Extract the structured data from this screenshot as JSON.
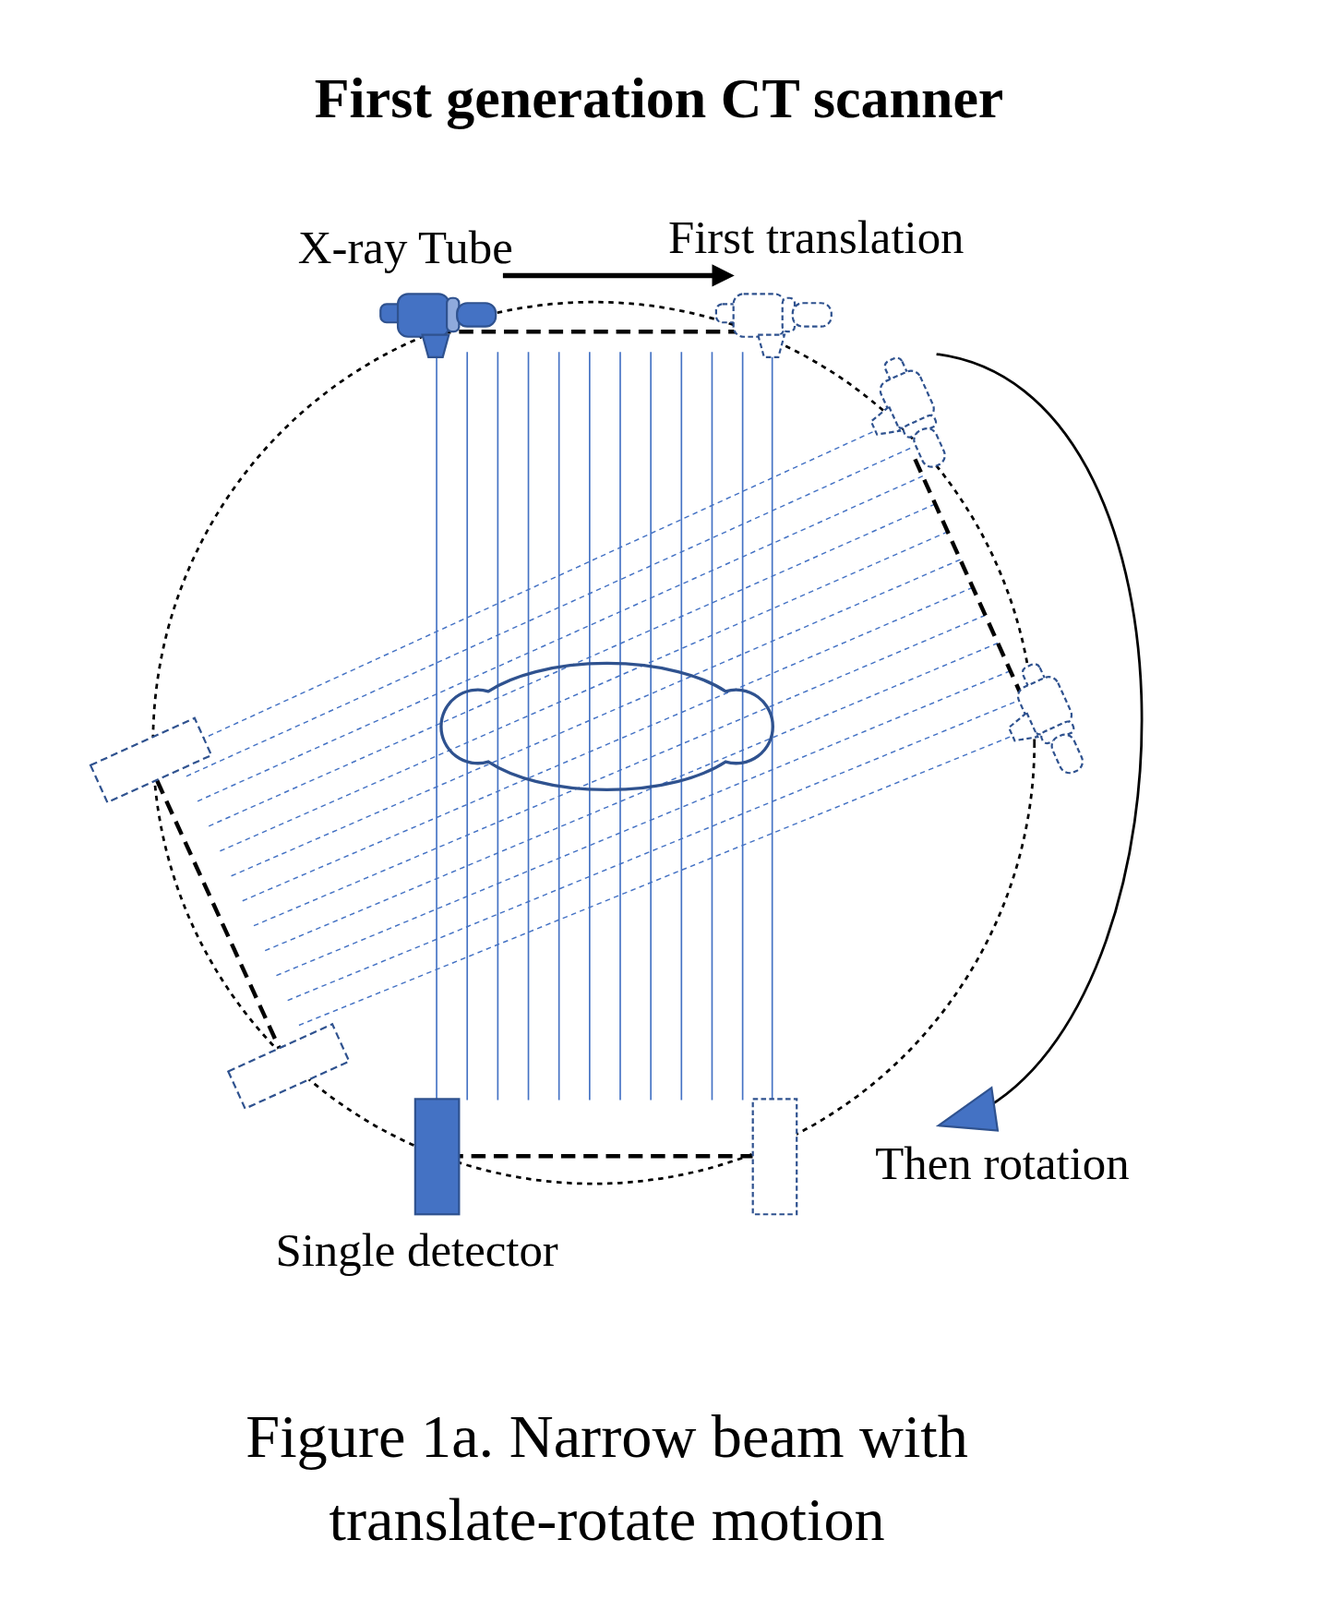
{
  "diagram": {
    "title": "First generation CT scanner",
    "caption": "Figure 1a. Narrow beam with translate-rotate motion",
    "labels": [
      "X-ray Tube",
      "First translation",
      "Then rotation",
      "Single detector"
    ]
  }
}
